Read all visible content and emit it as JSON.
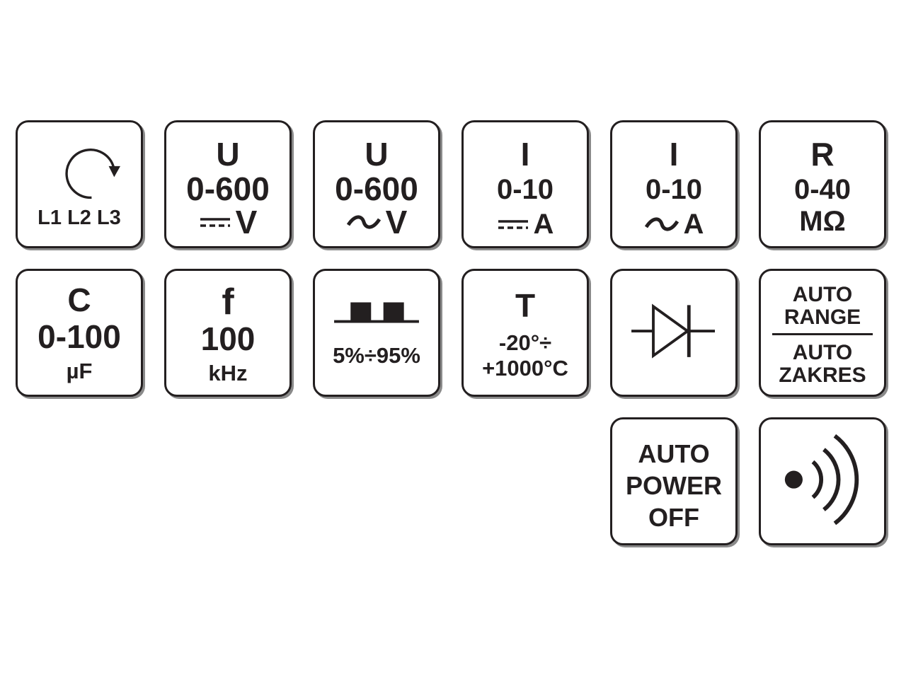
{
  "tiles": {
    "phase_rotation": {
      "label": "L1 L2 L3"
    },
    "dc_voltage": {
      "quantity": "U",
      "range": "0-600",
      "unit": "V"
    },
    "ac_voltage": {
      "quantity": "U",
      "range": "0-600",
      "unit": "V"
    },
    "dc_current": {
      "quantity": "I",
      "range": "0-10",
      "unit": "A"
    },
    "ac_current": {
      "quantity": "I",
      "range": "0-10",
      "unit": "A"
    },
    "resistance": {
      "quantity": "R",
      "range": "0-40",
      "unit": "MΩ"
    },
    "capacitance": {
      "quantity": "C",
      "range": "0-100",
      "unit": "µF"
    },
    "frequency": {
      "quantity": "f",
      "range": "100",
      "unit": "kHz"
    },
    "duty_cycle": {
      "range": "5%÷95%"
    },
    "temperature": {
      "quantity": "T",
      "range_line1": "-20°÷",
      "range_line2": "+1000°C"
    },
    "diode": {
      "icon": "diode-icon"
    },
    "auto_range": {
      "line1": "AUTO",
      "line2": "RANGE",
      "line3": "AUTO",
      "line4": "ZAKRES"
    },
    "auto_power_off": {
      "line1": "AUTO",
      "line2": "POWER",
      "line3": "OFF"
    },
    "continuity": {
      "icon": "sound-wave-icon"
    }
  },
  "colors": {
    "ink": "#231f20",
    "shadow": "#8a8a8a",
    "background": "#ffffff"
  }
}
